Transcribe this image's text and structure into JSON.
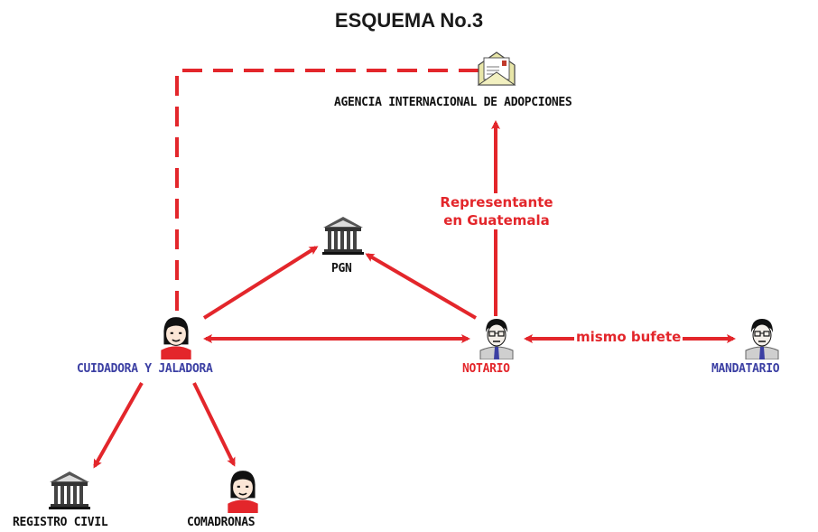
{
  "title": "ESQUEMA No.3",
  "nodes": {
    "agencia": "AGENCIA INTERNACIONAL DE ADOPCIONES",
    "pgn": "PGN",
    "cuidadora": "CUIDADORA Y JALADORA",
    "notario": "NOTARIO",
    "mandatario": "MANDATARIO",
    "registro": "REGISTRO CIVIL",
    "comadronas": "COMADRONAS"
  },
  "edge_labels": {
    "representante": "Representante en Guatemala",
    "mismo_bufete": "mismo bufete"
  },
  "colors": {
    "arrow": "#e3262b",
    "blue_label": "#3b3fa3",
    "red_label": "#e3262b"
  },
  "icons": {
    "agencia": "envelope-icon",
    "pgn": "government-building-icon",
    "registro": "government-building-icon",
    "cuidadora": "woman-icon",
    "comadronas": "woman-icon",
    "notario": "man-icon",
    "mandatario": "man-icon"
  }
}
